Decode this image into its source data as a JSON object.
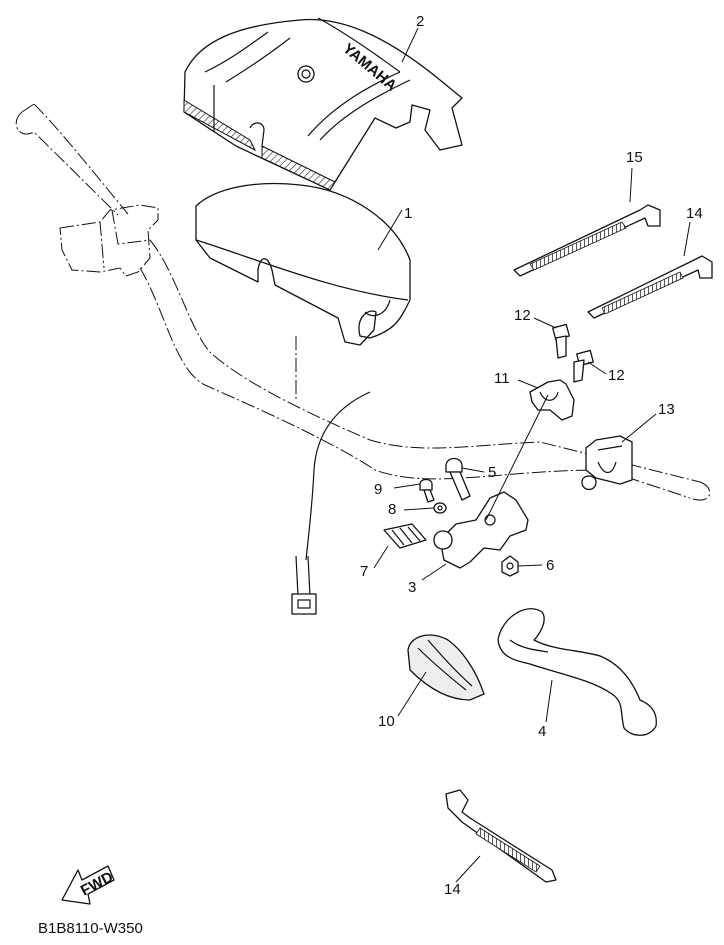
{
  "diagram": {
    "brand_mark": "YAMAHA",
    "fwd_label": "FWD",
    "diagram_code": "B1B8110-W350",
    "callouts": [
      {
        "id": "c2",
        "label": "2"
      },
      {
        "id": "c1",
        "label": "1"
      },
      {
        "id": "c15",
        "label": "15"
      },
      {
        "id": "c14a",
        "label": "14"
      },
      {
        "id": "c12a",
        "label": "12"
      },
      {
        "id": "c12b",
        "label": "12"
      },
      {
        "id": "c11",
        "label": "11"
      },
      {
        "id": "c13",
        "label": "13"
      },
      {
        "id": "c5",
        "label": "5"
      },
      {
        "id": "c9",
        "label": "9"
      },
      {
        "id": "c8",
        "label": "8"
      },
      {
        "id": "c7",
        "label": "7"
      },
      {
        "id": "c6",
        "label": "6"
      },
      {
        "id": "c3",
        "label": "3"
      },
      {
        "id": "c10",
        "label": "10"
      },
      {
        "id": "c4",
        "label": "4"
      },
      {
        "id": "c14b",
        "label": "14"
      }
    ]
  }
}
